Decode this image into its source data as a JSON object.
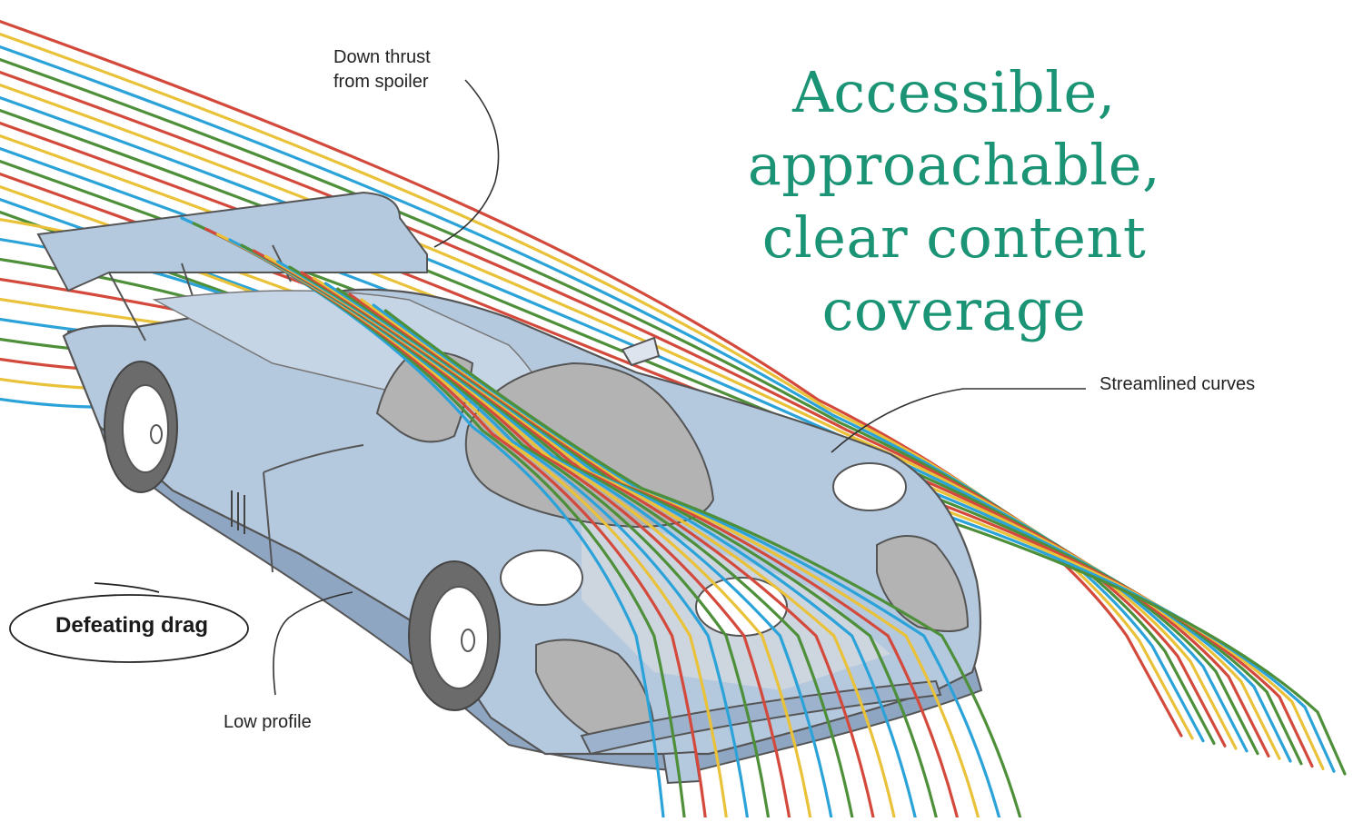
{
  "headline": {
    "lines": [
      "Accessible,",
      "approachable,",
      "clear content",
      "coverage"
    ],
    "color": "#1a9474"
  },
  "callouts": {
    "spoiler": [
      "Down thrust",
      "from spoiler"
    ],
    "curves": "Streamlined curves",
    "profile": "Low profile",
    "drag": "Defeating drag"
  },
  "palette": {
    "car_body": "#b4c8de",
    "car_shadow": "#8fa6c3",
    "glass": "#b3b3b3",
    "outline": "#555555",
    "streamlines": [
      "#d34a3c",
      "#e9c23a",
      "#2ba3d9",
      "#4e8f3a"
    ]
  }
}
